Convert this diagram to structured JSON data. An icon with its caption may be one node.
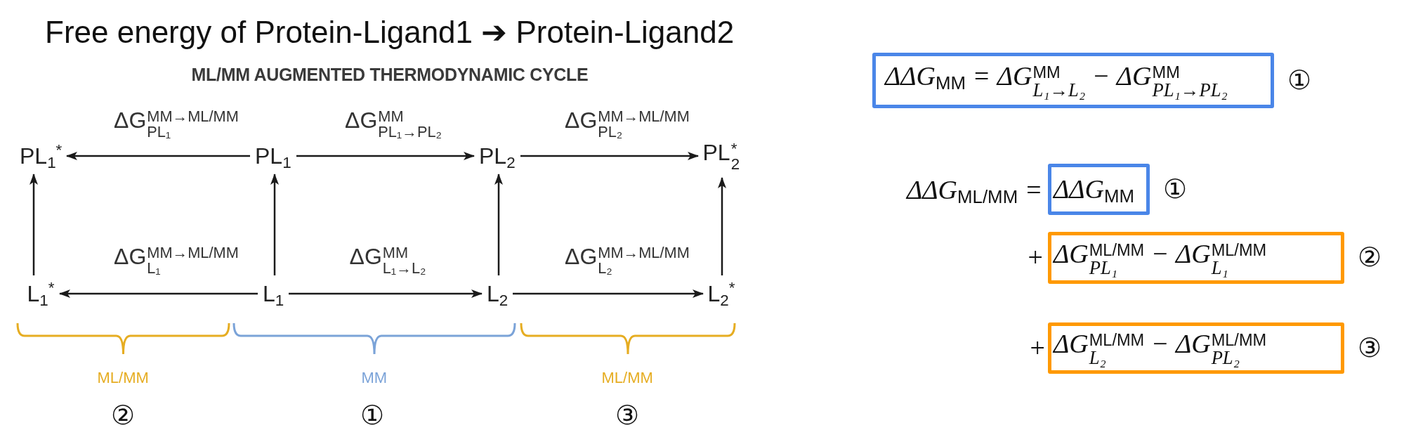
{
  "diagram": {
    "title": "Free energy of Protein-Ligand1 ➔ Protein-Ligand2",
    "nodes": [
      {
        "text": [
          "PL$_{1}$$^{*}$"
        ]
      },
      {
        "text": [
          "PL$_{1}$"
        ]
      },
      {
        "text": [
          "PL$_{2}$"
        ]
      },
      {
        "text": [
          "PL$^{*}$$_{2}$"
        ]
      },
      {
        "text": [
          "L$_{1}$$^{*}$"
        ]
      },
      {
        "text": [
          "L$_{1}$"
        ]
      },
      {
        "text": [
          "L$_{2}$"
        ]
      },
      {
        "text": [
          "L$_{2}$$^{*}$"
        ]
      },
      {
        "text": [
          "ΔΔG$_{MM}$ = ΔG$^{MM}$$_{L₁→L₂}$ − ΔG$^{MM}$$_{PL₁→PL₂}$"
        ],
        "beside": [
          "①"
        ]
      },
      {
        "text": [
          "ΔΔG$_{MM}$"
        ],
        "beside": [
          "①"
        ]
      },
      {
        "text": [
          "ΔG$^{ML/MM}$$_{PL₁}$ − ΔG$^{ML/MM}$$_{L₁}$"
        ],
        "beside": [
          "②"
        ]
      },
      {
        "text": [
          "ΔG$^{ML/MM}$$_{L₂}$ − ΔG$^{ML/MM}$$_{PL₂}$"
        ],
        "beside": [
          "③"
        ]
      }
    ],
    "edges": [
      {
        "from": 1,
        "to": 0,
        "arrow": "to",
        "label": "ΔG$^{MM→ML/MM}$$_{PL₁}$"
      },
      {
        "from": 1,
        "to": 2,
        "arrow": "to",
        "label": "ΔG$^{MM}$$_{PL₁→PL₂}$"
      },
      {
        "from": 2,
        "to": 3,
        "arrow": "to",
        "label": "ΔG$^{MM→ML/MM}$$_{PL₂}$"
      },
      {
        "from": 4,
        "to": 0,
        "arrow": "to"
      },
      {
        "from": 5,
        "to": 1,
        "arrow": "to"
      },
      {
        "from": 6,
        "to": 2,
        "arrow": "to"
      },
      {
        "from": 7,
        "to": 3,
        "arrow": "to"
      },
      {
        "from": 5,
        "to": 4,
        "arrow": "to",
        "label": "ΔG$^{MM→ML/MM}$$_{L₁}$"
      },
      {
        "from": 5,
        "to": 6,
        "arrow": "to",
        "label": "ΔG$^{MM}$$_{L₁→L₂}$"
      },
      {
        "from": 6,
        "to": 7,
        "arrow": "to",
        "label": "ΔG$^{MM→ML/MM}$$_{L₂}$"
      }
    ],
    "labels": [
      "ML/MM AUGMENTED THERMODYNAMIC CYCLE",
      "ML/MM",
      "MM",
      "ML/MM",
      "②",
      "①",
      "③",
      "ΔΔG$_{ML/MM}$ =",
      "+",
      "+"
    ]
  }
}
